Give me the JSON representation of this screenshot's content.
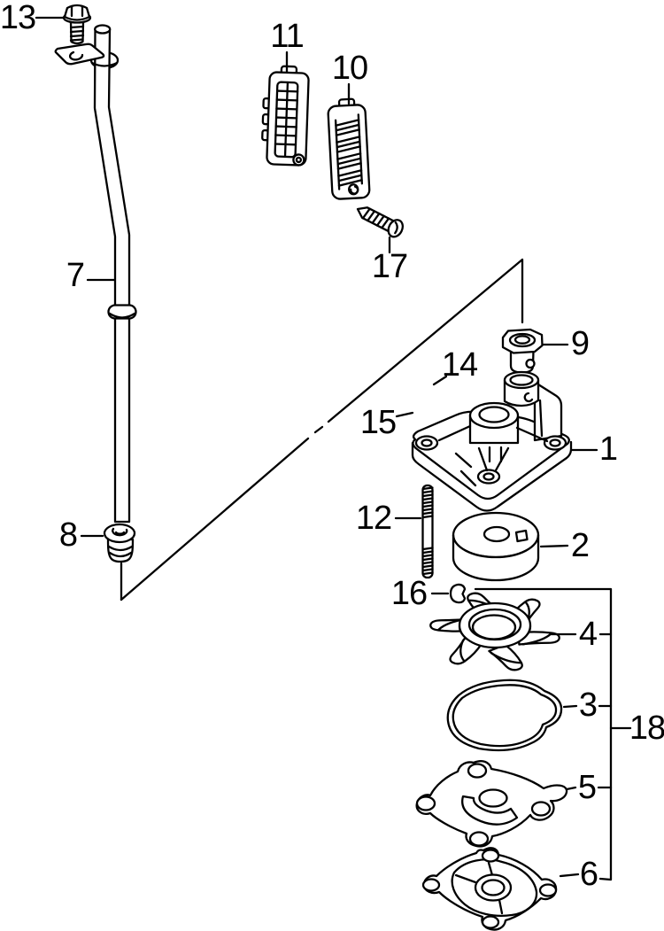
{
  "diagram": {
    "background_color": "#ffffff",
    "line_color": "#000000"
  },
  "parts": {
    "p1": "1",
    "p2": "2",
    "p3": "3",
    "p4": "4",
    "p5": "5",
    "p6": "6",
    "p7": "7",
    "p8": "8",
    "p9": "9",
    "p10": "10",
    "p11": "11",
    "p12": "12",
    "p13": "13",
    "p14": "14",
    "p15": "15",
    "p16": "16",
    "p17": "17",
    "p18": "18"
  }
}
